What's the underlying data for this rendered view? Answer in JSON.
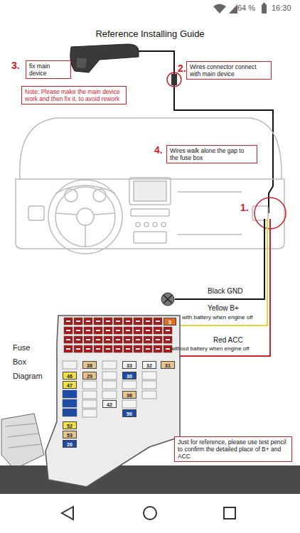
{
  "diagram": {
    "title": "Reference Installing Guide",
    "nodes": [
      {
        "text": [
          "fix main device"
        ]
      },
      {
        "text": [
          "Wires connector connect with main device"
        ]
      },
      {
        "text": [
          "Note: Please make the main device work and then fix it, to avoid rework"
        ]
      },
      {
        "text": [
          "Wires walk alone the gap to the fuse box"
        ]
      },
      {
        "text": [
          "Fuse Box Diagram"
        ]
      },
      {
        "text": [
          "5"
        ],
        "in": 4
      },
      {
        "text": [
          "38"
        ],
        "in": 4
      },
      {
        "text": [
          "33"
        ],
        "in": 4
      },
      {
        "text": [
          "32"
        ],
        "in": 4
      },
      {
        "text": [
          "31"
        ],
        "in": 4
      },
      {
        "text": [
          "46"
        ],
        "in": 4
      },
      {
        "text": [
          "29"
        ],
        "in": 4
      },
      {
        "text": [
          "30"
        ],
        "in": 4
      },
      {
        "text": [
          "47"
        ],
        "in": 4
      },
      {
        "text": [
          "36"
        ],
        "in": 4
      },
      {
        "text": [
          "42"
        ],
        "in": 4
      },
      {
        "text": [
          "50"
        ],
        "in": 4
      },
      {
        "text": [
          "52"
        ],
        "in": 4
      },
      {
        "text": [
          "53"
        ],
        "in": 4
      },
      {
        "text": [
          "20"
        ],
        "in": 4
      },
      {
        "text": [
          "Just for reference, please use test pencil to confirm the detailed place of B+ and ACC"
        ]
      }
    ],
    "labels": [
      "64 %",
      "16:30",
      "3.",
      "2.",
      "4.",
      "1.",
      "Black GND",
      "Yellow B+",
      "with battery when engine off",
      "Red ACC",
      "without battery when engine off"
    ]
  }
}
